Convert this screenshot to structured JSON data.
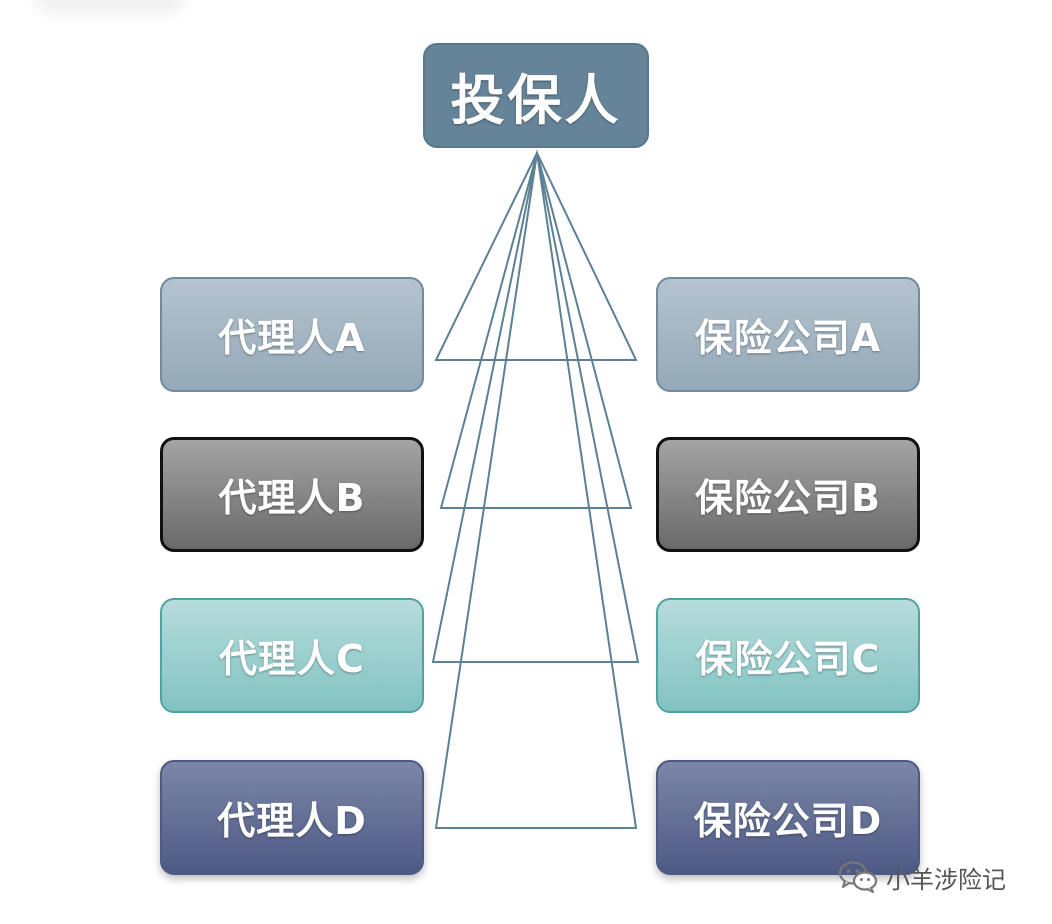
{
  "top": {
    "label": "投保人"
  },
  "agents": [
    {
      "label": "代理人A"
    },
    {
      "label": "代理人B"
    },
    {
      "label": "代理人C"
    },
    {
      "label": "代理人D"
    }
  ],
  "insurers": [
    {
      "label": "保险公司A"
    },
    {
      "label": "保险公司B"
    },
    {
      "label": "保险公司C"
    },
    {
      "label": "保险公司D"
    }
  ],
  "watermark": {
    "text": "小羊涉险记",
    "icon": "wechat-icon"
  },
  "colors": {
    "line": "#5c8094",
    "top": "#668499",
    "row_a": "#a3b5c3",
    "row_b": "#7a7a7a",
    "row_c": "#95cccc",
    "row_d": "#5a6690"
  }
}
